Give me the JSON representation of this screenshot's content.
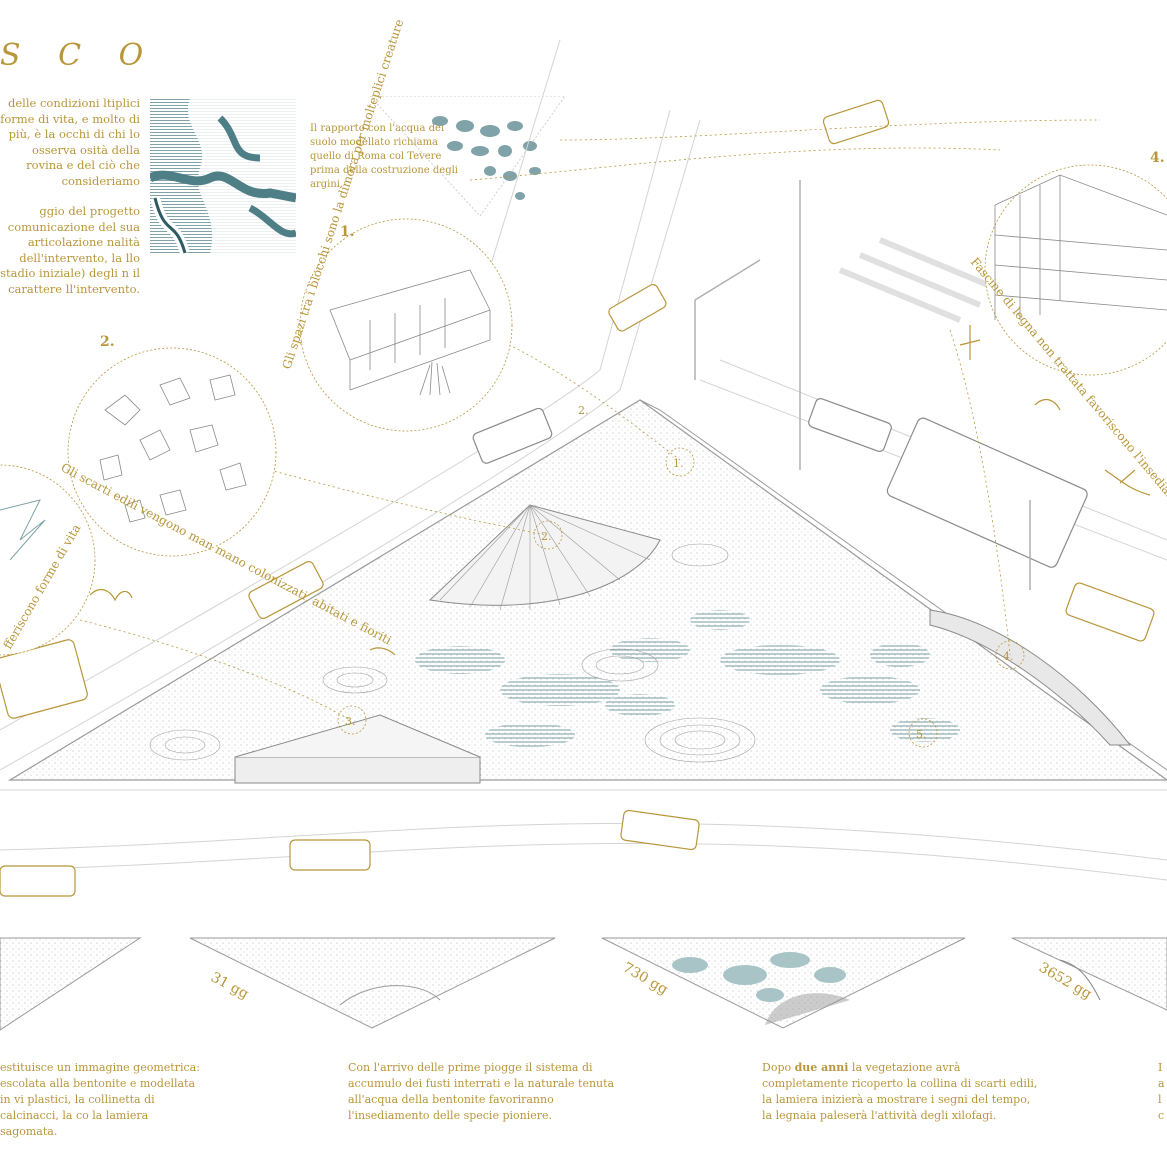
{
  "title": "S C O",
  "intro": {
    "paragraph1": "delle condizioni ltiplici forme di vita, e molto di più, è la occhi di chi lo osserva osità della rovina e del ciò che consideriamo",
    "paragraph2": "ggio del progetto comunicazione del sua articolazione nalità dell'intervento, la llo stadio iniziale) degli n il carattere ll'intervento."
  },
  "rome_note": "Il rapporto con l'acqua del suolo modellato richiama quello di Roma col Tevere prima della costruzione degli argini.",
  "callouts": {
    "c1": {
      "number": "1.",
      "text": "Gli spazi tra i blocchi sono la dimora per molteplici creature"
    },
    "c2": {
      "number": "2.",
      "text": "Gli scarti edili vengono man mano colonizzati, abitati e fioriti"
    },
    "c3": {
      "text": "fferiscono forme di vita"
    },
    "c4": {
      "number": "4.",
      "text": "Fascine di legna non trattata favoriscono l'insediam"
    }
  },
  "map_markers": [
    "1.",
    "2.",
    "3.",
    "4.",
    "5."
  ],
  "map_marker_2b": "2.",
  "stages": [
    {
      "label": "31 gg"
    },
    {
      "label": "730 gg"
    },
    {
      "label": "3652 gg"
    }
  ],
  "captions": {
    "c1": "estituisce un immagine geometrica: escolata alla bentonite e modellata in vi plastici, la collinetta di calcinacci, la co la lamiera sagomata.",
    "c2": "Con l'arrivo delle prime piogge il sistema di accumulo dei fusti interrati e la naturale tenuta all'acqua della bentonite favoriranno l'insediamento delle specie pioniere.",
    "c3_pre": "Dopo ",
    "c3_bold": "due anni",
    "c3_post": " la vegetazione avrà completamente ricoperto la collina di scarti edili, la lamiera inizierà a mostrare i segni del tempo, la legnaia paleserà l'attività degli xilofagi.",
    "c4": "I a l c"
  },
  "colors": {
    "gold": "#b8963a",
    "water": "#7fa3a8",
    "water_light": "#a9c4c7",
    "line": "#bdbdbd",
    "dark_line": "#8a8a8a"
  }
}
